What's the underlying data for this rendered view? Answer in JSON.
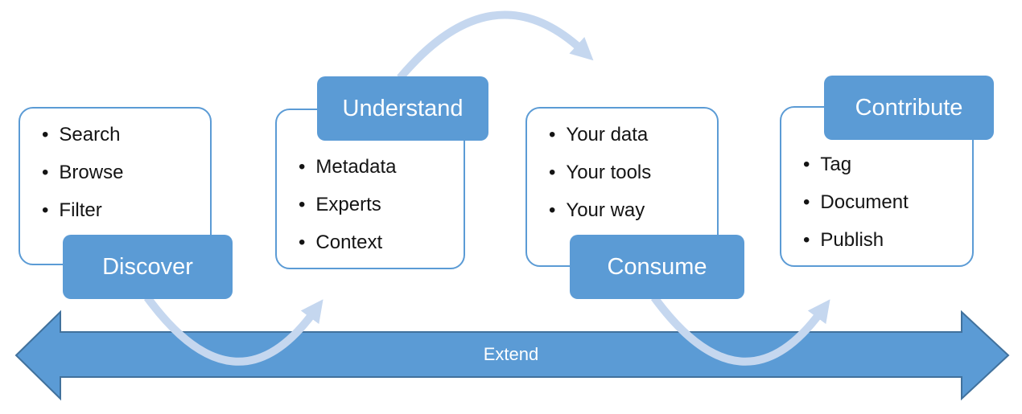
{
  "ui": {
    "bullet_char": "•"
  },
  "colors": {
    "badge_blue": "#5B9BD5",
    "box_border": "#5B9BD5",
    "arrow_fill": "#5B9BD5",
    "arrow_border": "#41719C",
    "arc_blue": "#C5D7EF",
    "badge_text": "#FFFFFF"
  },
  "groups": [
    {
      "label": "Discover",
      "badge_position": "bottom",
      "items": [
        "Search",
        "Browse",
        "Filter"
      ]
    },
    {
      "label": "Understand",
      "badge_position": "top",
      "items": [
        "Metadata",
        "Experts",
        "Context"
      ]
    },
    {
      "label": "Consume",
      "badge_position": "bottom",
      "items": [
        "Your data",
        "Your tools",
        "Your way"
      ]
    },
    {
      "label": "Contribute",
      "badge_position": "top",
      "items": [
        "Tag",
        "Document",
        "Publish"
      ]
    }
  ],
  "extend": {
    "label": "Extend"
  }
}
